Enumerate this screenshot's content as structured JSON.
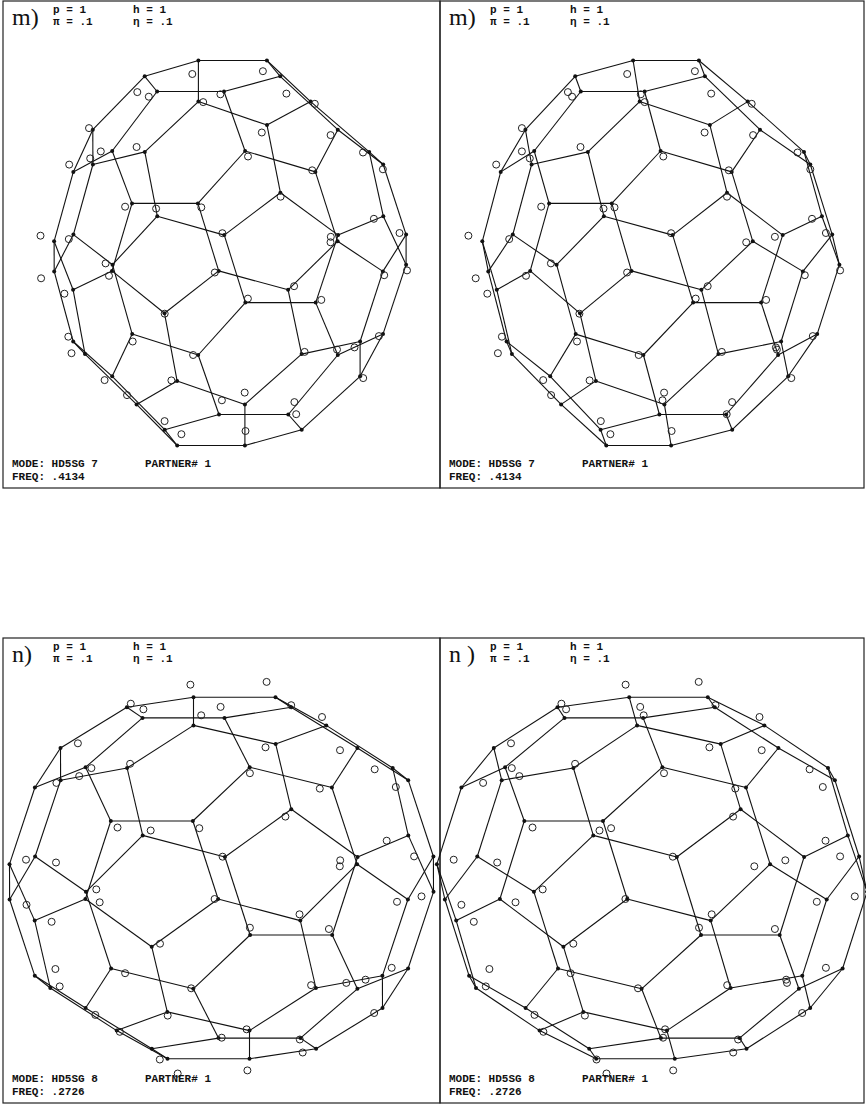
{
  "diagram": {
    "labels": [
      "m)",
      "p = 1",
      "h = 1",
      "π = .1",
      "η = .1",
      "MODE: HD5SG 7",
      "PARTNER# 1",
      "FREQ: .4134",
      "m)",
      "p = 1",
      "h = 1",
      "π = .1",
      "η = .1",
      "MODE: HD5SG 7",
      "PARTNER# 1",
      "FREQ: .4134",
      "n)",
      "p = 1",
      "h = 1",
      "π = .1",
      "η = .1",
      "MODE: HD5SG 8",
      "PARTNER# 1",
      "FREQ: .2726",
      "n )",
      "p = 1",
      "h = 1",
      "π = .1",
      "η = .1",
      "MODE: HD5SG 8",
      "PARTNER# 1",
      "FREQ: .2726"
    ]
  }
}
